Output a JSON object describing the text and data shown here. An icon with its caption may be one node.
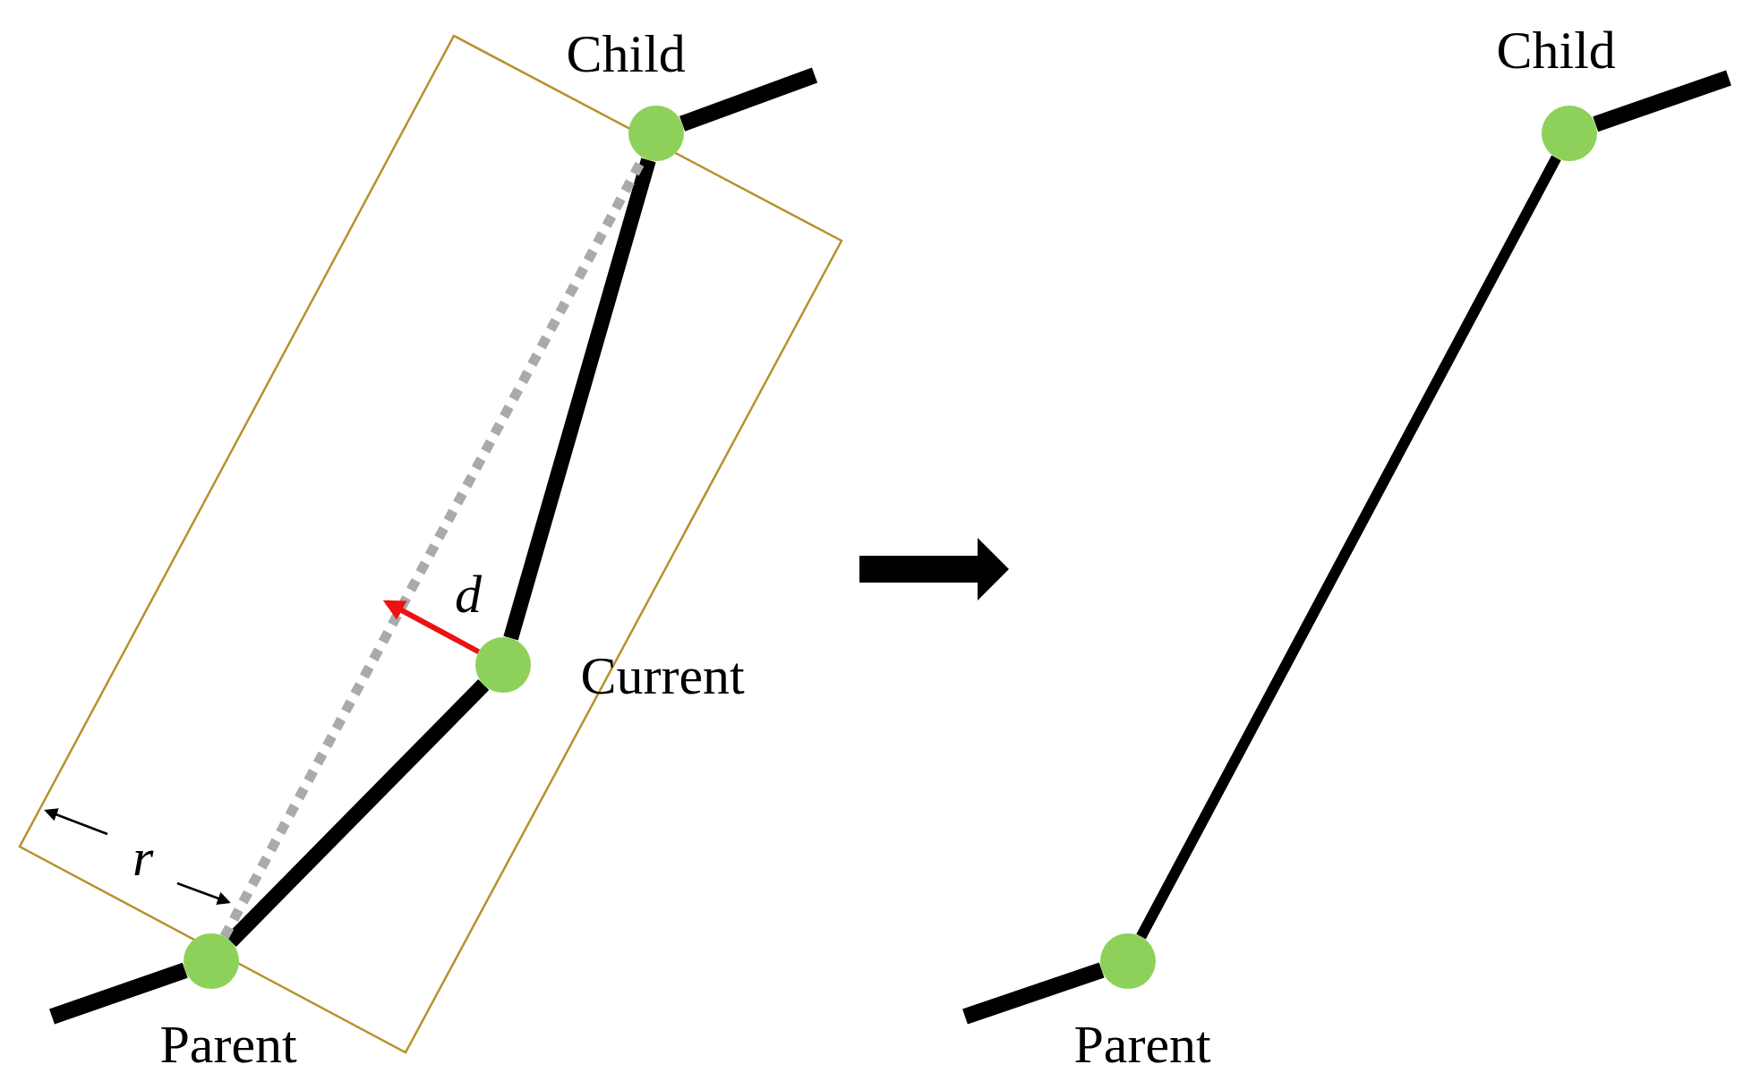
{
  "diagram": {
    "nodes": [
      {
        "text": [
          "Child"
        ]
      },
      {
        "text": [
          "Current"
        ]
      },
      {
        "text": [
          "Parent"
        ]
      },
      {
        "text": [
          "Child"
        ]
      },
      {
        "text": [
          "Parent"
        ]
      }
    ],
    "edges": [
      {
        "from": 0,
        "to": null,
        "arrow": "none"
      },
      {
        "from": 0,
        "to": 1,
        "arrow": "none"
      },
      {
        "from": 1,
        "to": 2,
        "arrow": "none"
      },
      {
        "from": 2,
        "to": null,
        "arrow": "none"
      },
      {
        "from": 2,
        "to": 0,
        "arrow": "none",
        "style": "dashed",
        "color": "#aaaaaa"
      },
      {
        "from": 1,
        "to": null,
        "arrow": "to",
        "label": "d",
        "color": "#ee1111"
      },
      {
        "from": 3,
        "to": null,
        "arrow": "none"
      },
      {
        "from": 4,
        "to": 3,
        "arrow": "none"
      },
      {
        "from": 4,
        "to": null,
        "arrow": "none"
      }
    ],
    "labels": [
      "r"
    ]
  }
}
